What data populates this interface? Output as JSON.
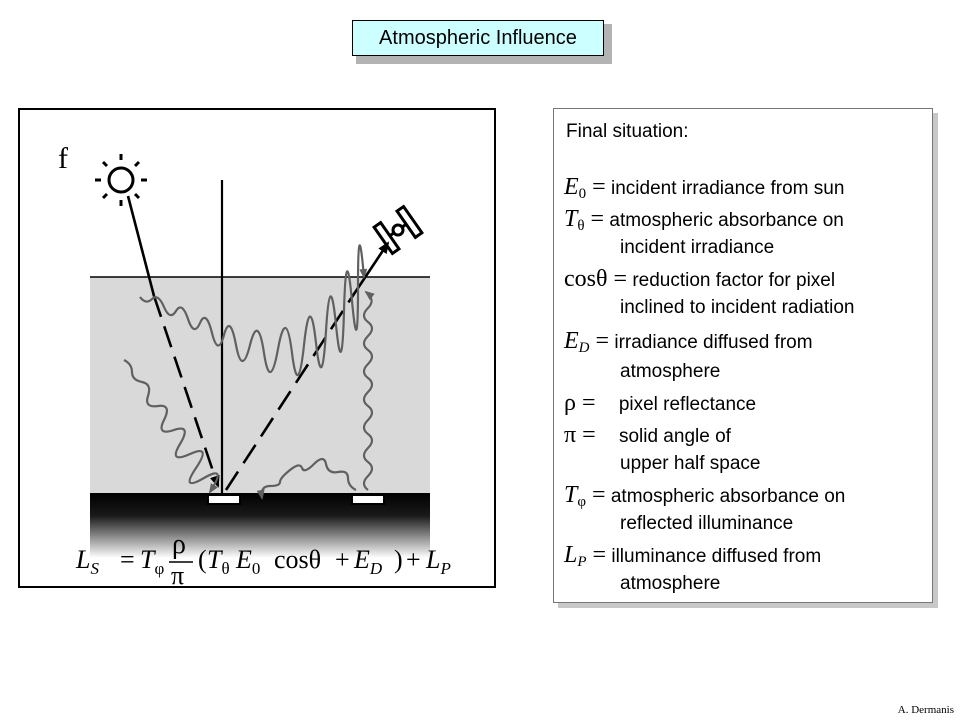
{
  "title": "Atmospheric Influence",
  "panel_label": "f",
  "equation": {
    "lhs": "L",
    "lhs_sub": "S",
    "eq": "=",
    "t_phi": "T",
    "t_phi_sub": "φ",
    "rho": "ρ",
    "pi": "π",
    "open": "(",
    "t_theta": "T",
    "t_theta_sub": "θ",
    "e0": "E",
    "e0_sub": "0",
    "cos": "cosθ",
    "plus1": "+",
    "ed": "E",
    "ed_sub": "D",
    "close": ")",
    "plus2": "+",
    "lp": "L",
    "lp_sub": "P"
  },
  "legend": {
    "heading": "Final situation:",
    "items": [
      {
        "sym": "E",
        "sub": "0",
        "eq": " =",
        "text": "incident irradiance from sun",
        "cont": ""
      },
      {
        "sym": "T",
        "sub": "θ",
        "eq": " =",
        "text": "atmospheric absorbance on",
        "cont": "incident irradiance"
      },
      {
        "sym": "cosθ",
        "sub": "",
        "eq": " =",
        "text": "reduction factor for pixel",
        "cont": "inclined to incident radiation"
      },
      {
        "sym": "E",
        "sub": "D",
        "eq": " =",
        "text": "irradiance diffused from",
        "cont": "atmosphere"
      },
      {
        "sym": "ρ",
        "sub": "",
        "eq": " =",
        "text": "pixel reflectance",
        "cont": ""
      },
      {
        "sym": "π",
        "sub": "",
        "eq": " =",
        "text": "solid angle of",
        "cont": "upper half space"
      },
      {
        "sym": "T",
        "sub": "φ",
        "eq": " =",
        "text": "atmospheric absorbance on",
        "cont": "reflected illuminance"
      },
      {
        "sym": "L",
        "sub": "P",
        "eq": " =",
        "text": "illuminance diffused from",
        "cont": "atmosphere"
      }
    ]
  },
  "credit": "A. Dermanis",
  "colors": {
    "title_bg": "#ccffff",
    "atmosphere": "#d9d9d9",
    "wave": "#606060",
    "ground_top": "#000000",
    "ground_bottom": "#ffffff"
  }
}
